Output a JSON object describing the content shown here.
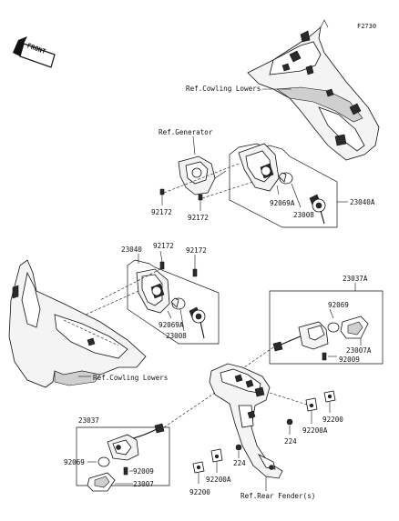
{
  "diagram_code": "F2730",
  "front_badge": "FRONT",
  "labels": {
    "ref_cowling_lowers_top": "Ref.Cowling Lowers",
    "ref_generator": "Ref.Generator",
    "p23040A": "23040A",
    "p92069A_top": "92069A",
    "p23008_top": "23008",
    "p92172_a": "92172",
    "p92172_b": "92172",
    "p23040": "23040",
    "p92172_c": "92172",
    "p92172_d": "92172",
    "p92069A_mid": "92069A",
    "p23008_mid": "23008",
    "p23037A": "23037A",
    "p92069_right": "92069",
    "p23007A": "23007A",
    "p92009_right": "92009",
    "ref_cowling_lowers_left": "Ref.Cowling Lowers",
    "p23037": "23037",
    "p92069_left": "92069",
    "p92009_left": "92009",
    "p23007": "23007",
    "p92200_right": "92200",
    "p92200A_right": "92200A",
    "p224_right": "224",
    "p224_mid": "224",
    "p92200A_mid": "92200A",
    "p92200_mid": "92200",
    "ref_rear_fender": "Ref.Rear Fender(s)"
  }
}
